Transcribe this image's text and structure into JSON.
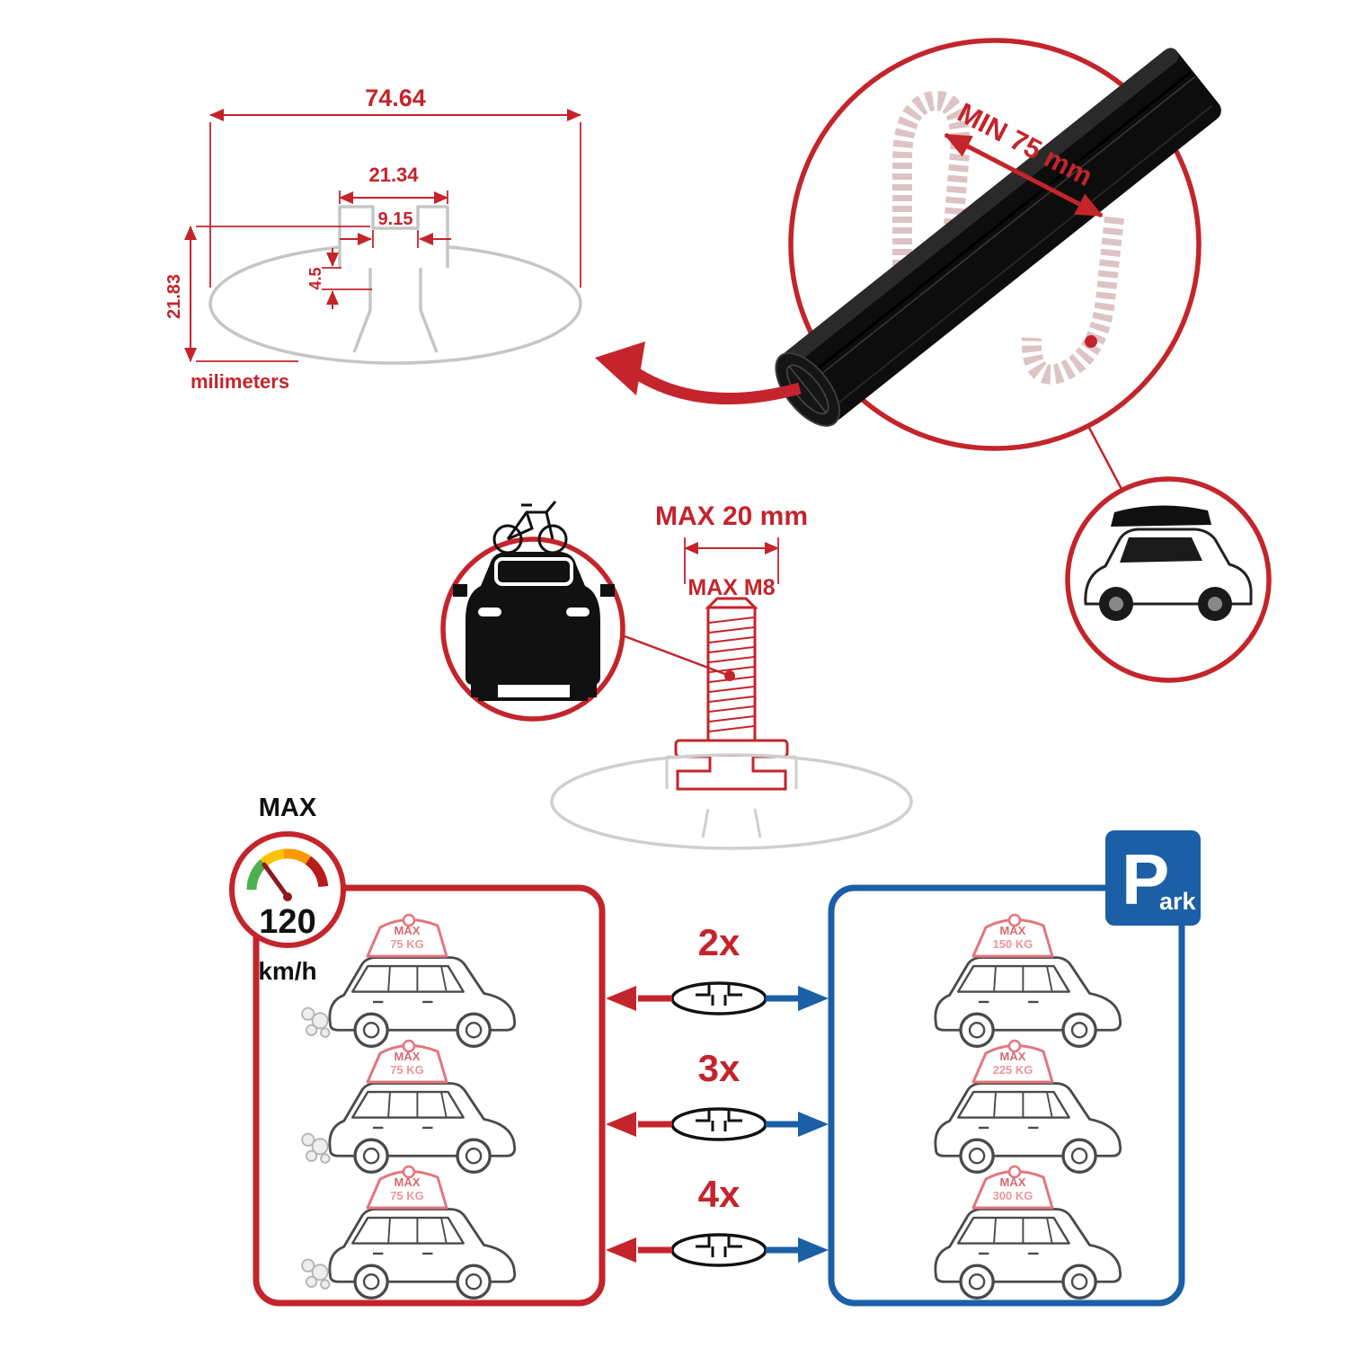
{
  "colors": {
    "red": "#c4242b",
    "blue": "#1b5fa6",
    "black": "#111111",
    "ghost_pink": "#ddc3c4",
    "profile_gray": "#c6c6c6"
  },
  "dimensions": {
    "total_width": "74.64",
    "channel_width": "21.34",
    "slot_width": "9.15",
    "slot_depth": "4.5",
    "total_height": "21.83",
    "units": "milimeters"
  },
  "crossbar": {
    "min_span": "MIN 75 mm"
  },
  "bolt": {
    "max_width": "MAX 20 mm",
    "thread": "MAX M8"
  },
  "speed": {
    "label": "MAX",
    "value": "120",
    "unit": "km/h"
  },
  "bar_counts": [
    "2x",
    "3x",
    "4x"
  ],
  "driving": {
    "cars": [
      {
        "max_label": "MAX",
        "load": "75 KG"
      },
      {
        "max_label": "MAX",
        "load": "75 KG"
      },
      {
        "max_label": "MAX",
        "load": "75 KG"
      }
    ]
  },
  "parking": {
    "sign_p": "P",
    "sign_ark": "ark",
    "cars": [
      {
        "max_label": "MAX",
        "load": "150 KG"
      },
      {
        "max_label": "MAX",
        "load": "225 KG"
      },
      {
        "max_label": "MAX",
        "load": "300 KG"
      }
    ]
  }
}
